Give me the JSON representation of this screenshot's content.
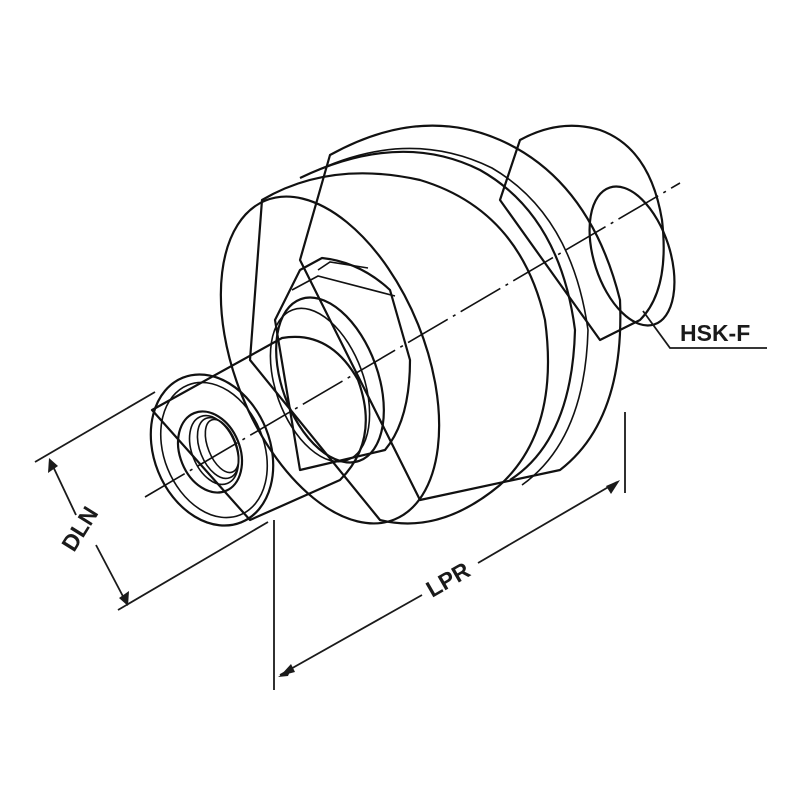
{
  "diagram": {
    "subject": "HSK-F tool holder",
    "labels": {
      "interface": "HSK-F",
      "diameter": "DLN",
      "length": "LPR"
    },
    "colors": {
      "line": "#111111",
      "metal_light": "#f4f4f4",
      "metal_mid": "#d9d9d9",
      "metal_dark": "#a8a8a8",
      "background": "#ffffff"
    }
  }
}
